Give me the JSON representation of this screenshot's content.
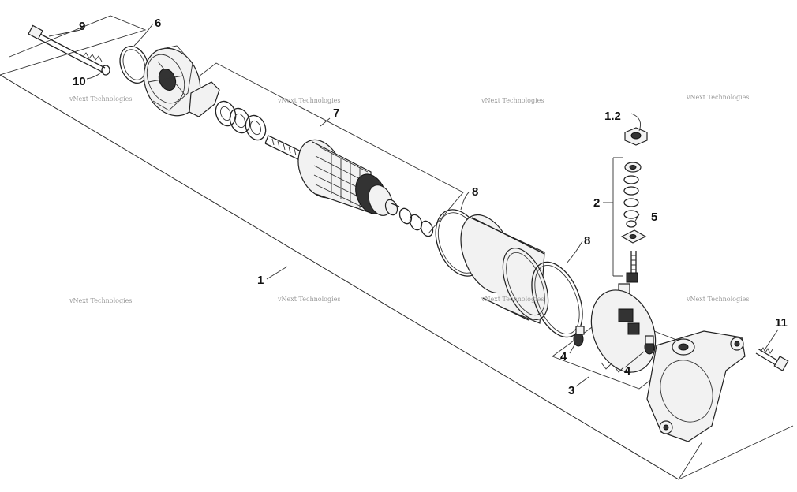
{
  "callouts": {
    "c1": "1",
    "c2": "2",
    "c3": "3",
    "c4a": "4",
    "c4b": "4",
    "c5": "5",
    "c6": "6",
    "c7": "7",
    "c8a": "8",
    "c8b": "8",
    "c9": "9",
    "c10": "10",
    "c11": "11",
    "c12": "1.2"
  },
  "watermark": "vNext Technologies"
}
